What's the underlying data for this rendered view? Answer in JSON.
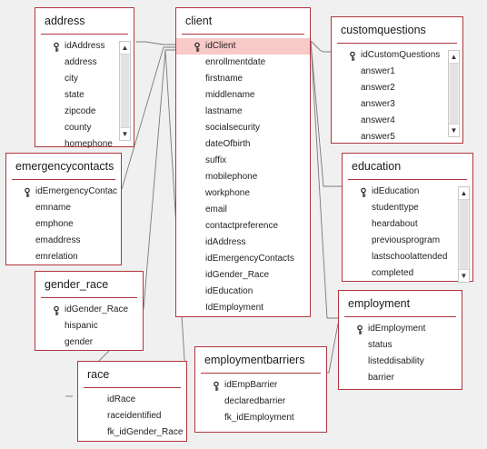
{
  "tables": [
    {
      "id": "address",
      "name": "address",
      "fields": [
        "idAddress",
        "address",
        "city",
        "state",
        "zipcode",
        "county",
        "homephone"
      ],
      "key": 0,
      "scroll": true
    },
    {
      "id": "client",
      "name": "client",
      "fields": [
        "idClient",
        "enrollmentdate",
        "firstname",
        "middlename",
        "lastname",
        "socialsecurity",
        "dateOfbirth",
        "suffix",
        "mobilephone",
        "workphone",
        "email",
        "contactpreference",
        "idAddress",
        "idEmergencyContacts",
        "idGender_Race",
        "idEducation",
        "IdEmployment"
      ],
      "key": 0,
      "selected": 0,
      "scroll": false
    },
    {
      "id": "customquestions",
      "name": "customquestions",
      "fields": [
        "idCustomQuestions",
        "answer1",
        "answer2",
        "answer3",
        "answer4",
        "answer5"
      ],
      "key": 0,
      "scroll": true
    },
    {
      "id": "emergencycontacts",
      "name": "emergencycontacts",
      "fields": [
        "idEmergencyContac",
        "emname",
        "emphone",
        "emaddress",
        "emrelation"
      ],
      "key": 0,
      "scroll": false
    },
    {
      "id": "education",
      "name": "education",
      "fields": [
        "idEducation",
        "studenttype",
        "heardabout",
        "previousprogram",
        "lastschoolattended",
        "completed"
      ],
      "key": 0,
      "scroll": true
    },
    {
      "id": "gender_race",
      "name": "gender_race",
      "fields": [
        "idGender_Race",
        "hispanic",
        "gender"
      ],
      "key": 0,
      "scroll": false
    },
    {
      "id": "employment",
      "name": "employment",
      "fields": [
        "idEmployment",
        "status",
        "listeddisability",
        "barrier"
      ],
      "key": 0,
      "scroll": false
    },
    {
      "id": "employmentbarriers",
      "name": "employmentbarriers",
      "fields": [
        "idEmpBarrier",
        "declaredbarrier",
        "fk_idEmployment"
      ],
      "key": 0,
      "scroll": false
    },
    {
      "id": "race",
      "name": "race",
      "fields": [
        "idRace",
        "raceidentified",
        "fk_idGender_Race"
      ],
      "key": -1,
      "scroll": false
    }
  ],
  "icons": {
    "key": "key-icon",
    "scroll_up": "scroll-up-arrow-icon",
    "scroll_down": "scroll-down-arrow-icon"
  },
  "colors": {
    "border": "#b0363d",
    "selected": "#f7c9c7",
    "line": "#7a7a7a"
  }
}
